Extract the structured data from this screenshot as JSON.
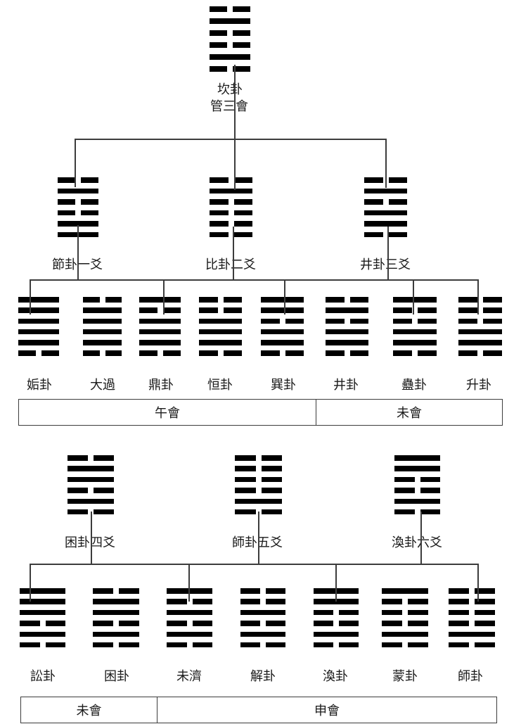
{
  "root": {
    "title": "坎卦",
    "subtitle": "管三會",
    "lines": [
      0,
      1,
      0,
      0,
      1,
      0
    ]
  },
  "upper": {
    "branches": [
      {
        "label": "節卦一爻",
        "lines": [
          0,
          1,
          0,
          0,
          1,
          1
        ]
      },
      {
        "label": "比卦二爻",
        "lines": [
          0,
          1,
          0,
          0,
          0,
          0
        ]
      },
      {
        "label": "井卦三爻",
        "lines": [
          0,
          1,
          0,
          1,
          1,
          0
        ]
      }
    ],
    "derived": [
      {
        "label": "姤卦",
        "lines": [
          1,
          1,
          1,
          1,
          1,
          0
        ]
      },
      {
        "label": "大過",
        "lines": [
          0,
          1,
          1,
          1,
          1,
          0
        ]
      },
      {
        "label": "鼎卦",
        "lines": [
          1,
          0,
          1,
          1,
          1,
          0
        ]
      },
      {
        "label": "恒卦",
        "lines": [
          0,
          0,
          1,
          1,
          1,
          0
        ]
      },
      {
        "label": "巽卦",
        "lines": [
          1,
          1,
          0,
          1,
          1,
          0
        ]
      },
      {
        "label": "井卦",
        "lines": [
          0,
          1,
          0,
          1,
          1,
          0
        ]
      },
      {
        "label": "蠱卦",
        "lines": [
          1,
          0,
          0,
          1,
          1,
          0
        ]
      },
      {
        "label": "升卦",
        "lines": [
          0,
          0,
          0,
          1,
          1,
          0
        ]
      }
    ],
    "periods": [
      {
        "label": "午會"
      },
      {
        "label": "未會"
      }
    ]
  },
  "lower": {
    "branches": [
      {
        "label": "困卦四爻",
        "lines": [
          0,
          1,
          1,
          0,
          1,
          0
        ]
      },
      {
        "label": "師卦五爻",
        "lines": [
          0,
          0,
          0,
          0,
          1,
          0
        ]
      },
      {
        "label": "渙卦六爻",
        "lines": [
          1,
          1,
          0,
          0,
          1,
          0
        ]
      }
    ],
    "derived": [
      {
        "label": "訟卦",
        "lines": [
          1,
          1,
          1,
          0,
          1,
          0
        ]
      },
      {
        "label": "困卦",
        "lines": [
          0,
          1,
          1,
          0,
          1,
          0
        ]
      },
      {
        "label": "未濟",
        "lines": [
          1,
          0,
          1,
          0,
          1,
          0
        ]
      },
      {
        "label": "解卦",
        "lines": [
          0,
          0,
          1,
          0,
          1,
          0
        ]
      },
      {
        "label": "渙卦",
        "lines": [
          1,
          1,
          0,
          0,
          1,
          0
        ]
      },
      {
        "label": "蒙卦",
        "lines": [
          1,
          0,
          0,
          0,
          1,
          0
        ]
      },
      {
        "label": "師卦",
        "lines": [
          0,
          0,
          0,
          0,
          1,
          0
        ]
      }
    ],
    "periods": [
      {
        "label": "未會"
      },
      {
        "label": "申會"
      }
    ]
  }
}
